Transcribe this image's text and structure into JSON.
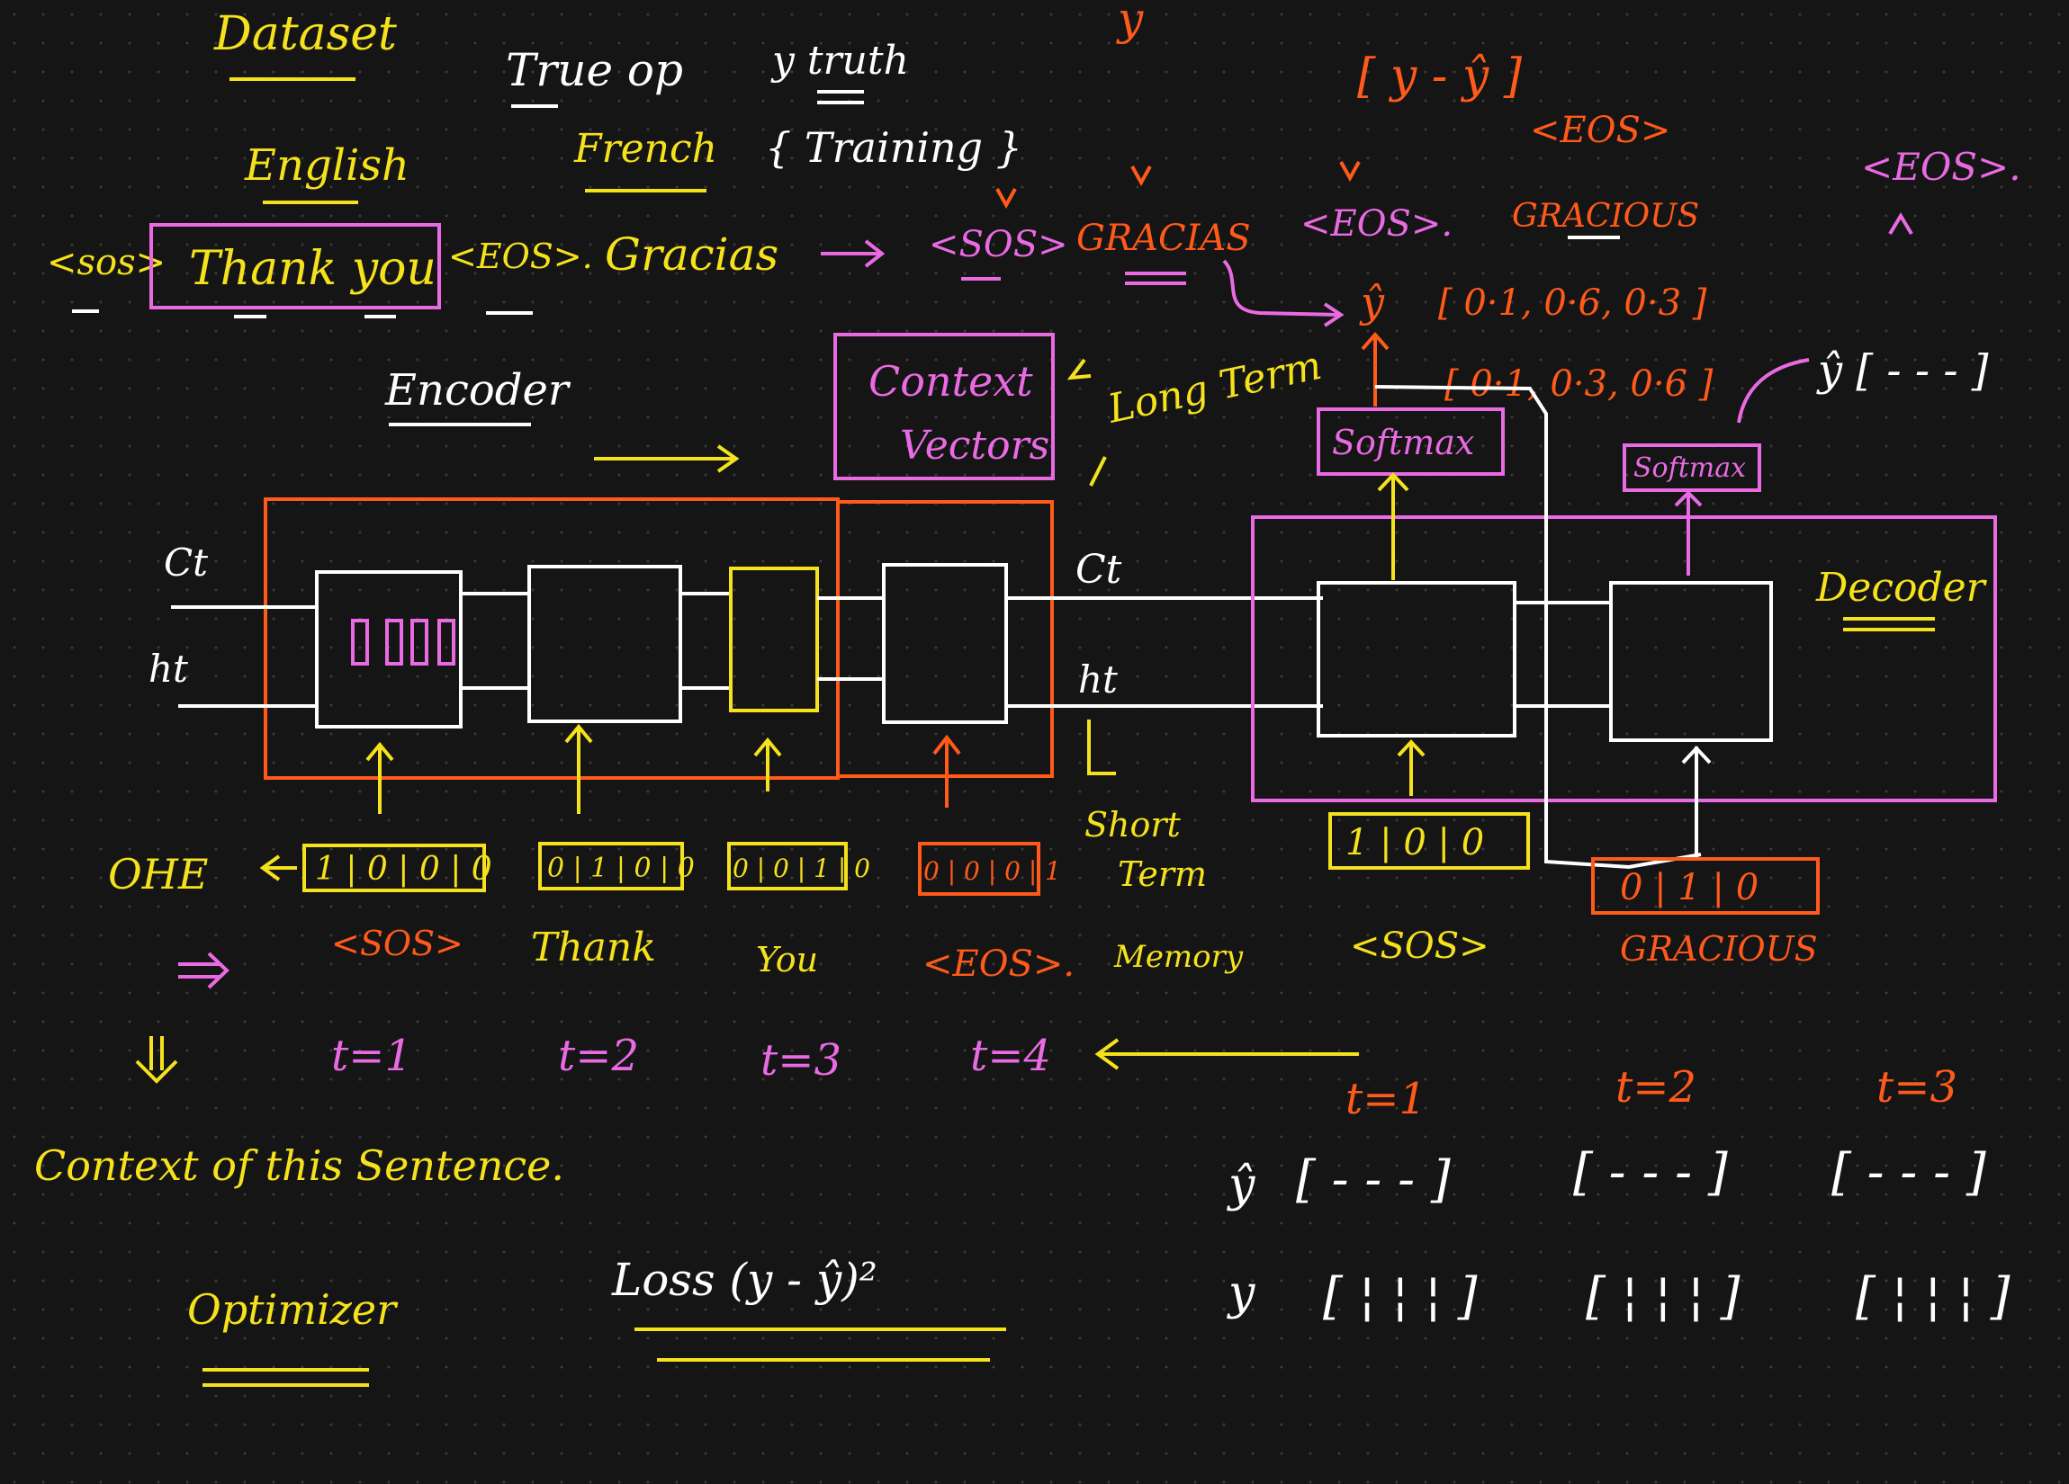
{
  "colors": {
    "background": "#151515",
    "dots": "#3a3a3a",
    "yellow": "#f5e21c",
    "orange": "#ff5a1a",
    "pink": "#e96ae3",
    "white": "#ffffff"
  },
  "header": {
    "dataset": "Dataset",
    "english": "English",
    "sentence": {
      "sos": "<sos>",
      "thank_you": "Thank you",
      "eos": "<EOS>.",
      "gracias": "Gracias"
    },
    "true_op": "True op",
    "y_truth": "y truth",
    "french": "French",
    "training": "{ Training }",
    "y_top": "y"
  },
  "target_seq": {
    "sos": "<SOS>",
    "gracias": "GRACIAS",
    "eos": "<EOS>.",
    "gracious": "GRACIOUS",
    "y_minus_yhat": "[ y - ŷ ]",
    "eos_top": "<EOS>",
    "eos_right": "<EOS>."
  },
  "prob_vectors": {
    "v1": "[ 0·1, 0·6, 0·3 ]",
    "v2": "[ 0·1, 0·3, 0·6 ]",
    "yhat": "ŷ",
    "yhat_right": "ŷ [ - - - ]"
  },
  "labels": {
    "encoder": "Encoder",
    "context_vectors_1": "Context",
    "context_vectors_2": "Vectors",
    "long_term": "Long Term",
    "softmax_1": "Softmax",
    "softmax_2": "Softmax",
    "decoder": "Decoder",
    "ct_left": "Ct",
    "ht_left": "ht",
    "ct_mid": "Ct",
    "ht_mid": "ht",
    "short_term_memory_1": "Short",
    "short_term_memory_2": "Term",
    "short_term_memory_3": "Memory"
  },
  "encoder_inputs": [
    {
      "vector": "1 | 0 | 0 | 0",
      "word": "<SOS>",
      "t": "t=1"
    },
    {
      "vector": "0 | 1 | 0 | 0",
      "word": "Thank",
      "t": "t=2"
    },
    {
      "vector": "0 | 0 | 1 | 0",
      "word": "You",
      "t": "t=3"
    },
    {
      "vector": "0 | 0 | 0 | 1",
      "word": "<EOS>.",
      "t": "t=4"
    }
  ],
  "decoder_inputs": [
    {
      "vector": "1 | 0 | 0",
      "word": "<SOS>"
    },
    {
      "vector": "0 | 1 | 0",
      "word": "GRACIOUS"
    }
  ],
  "ohe": "OHE",
  "context_note": "Context of this Sentence.",
  "optimizer": "Optimizer",
  "loss": "Loss (y - ŷ)²",
  "time_steps": {
    "t1": "t=1",
    "t2": "t=2",
    "t3": "t=3",
    "yhat_row": "ŷ",
    "y_row": "y",
    "bracket_yhat": "[ - - - ]",
    "bracket_y": "[ ¦ ¦ ¦ ]"
  }
}
